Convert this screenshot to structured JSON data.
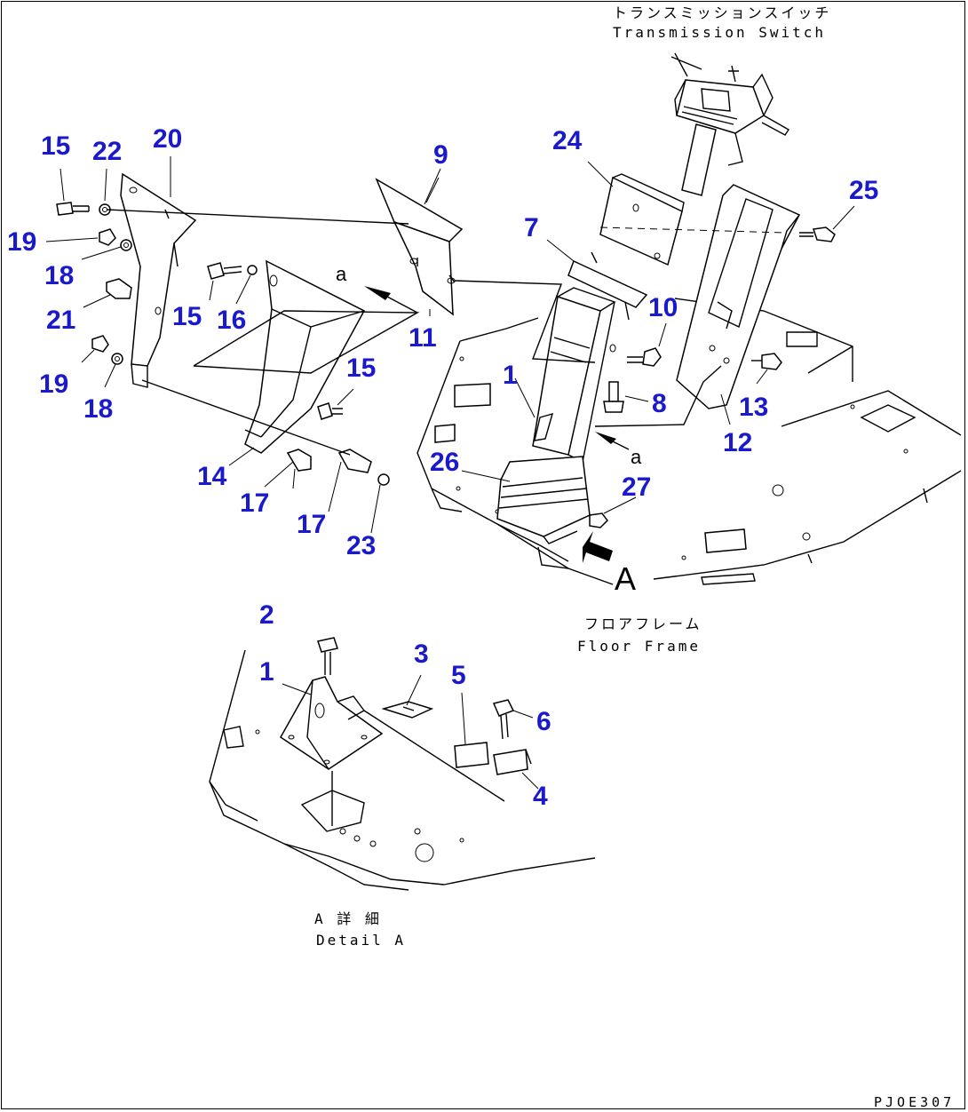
{
  "labels": {
    "transmission_switch_jp": "トランスミッションスイッチ",
    "transmission_switch_en": "Transmission Switch",
    "floor_frame_jp": "フロアフレーム",
    "floor_frame_en": "Floor Frame",
    "detail_a_jp": "A 詳 細",
    "detail_a_en": "Detail A",
    "view_arrow_a": "A",
    "arrow_a_top": "a",
    "arrow_a_bottom": "a",
    "drawing_code": "PJOE307"
  },
  "part_numbers": {
    "p15a": "15",
    "p22": "22",
    "p20": "20",
    "p9": "9",
    "p24": "24",
    "p25": "25",
    "p19a": "19",
    "p18a": "18",
    "p21": "21",
    "p19b": "19",
    "p18b": "18",
    "p15b": "15",
    "p16": "16",
    "p11": "11",
    "p7": "7",
    "p10": "10",
    "p15c": "15",
    "p1a": "1",
    "p8": "8",
    "p13": "13",
    "p12": "12",
    "p14": "14",
    "p26": "26",
    "p27": "27",
    "p17a": "17",
    "p17b": "17",
    "p23": "23",
    "p2": "2",
    "p1b": "1",
    "p3": "3",
    "p5": "5",
    "p6": "6",
    "p4": "4"
  }
}
